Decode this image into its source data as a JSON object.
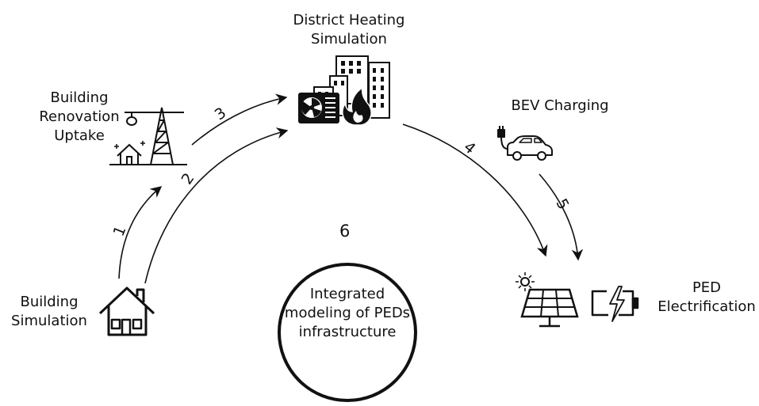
{
  "nodes": {
    "building_simulation": {
      "lines": [
        "Building",
        "Simulation"
      ]
    },
    "building_renovation": {
      "lines": [
        "Building",
        "Renovation",
        "Uptake"
      ]
    },
    "district_heating": {
      "lines": [
        "District Heating",
        "Simulation"
      ]
    },
    "bev_charging": {
      "lines": [
        "BEV Charging"
      ]
    },
    "ped_electrification": {
      "lines": [
        "PED",
        "Electrification"
      ]
    },
    "center": {
      "number": "6",
      "lines": [
        "Integrated",
        "modeling of PEDs",
        "infrastructure"
      ]
    }
  },
  "links": [
    "1",
    "2",
    "3",
    "4",
    "5"
  ],
  "icons": {
    "house": "house-icon",
    "renovation": "crane-house-icon",
    "heating": "heat-pump-city-flame-icon",
    "car": "electric-car-icon",
    "solar": "solar-panel-icon",
    "battery": "battery-charging-icon"
  }
}
